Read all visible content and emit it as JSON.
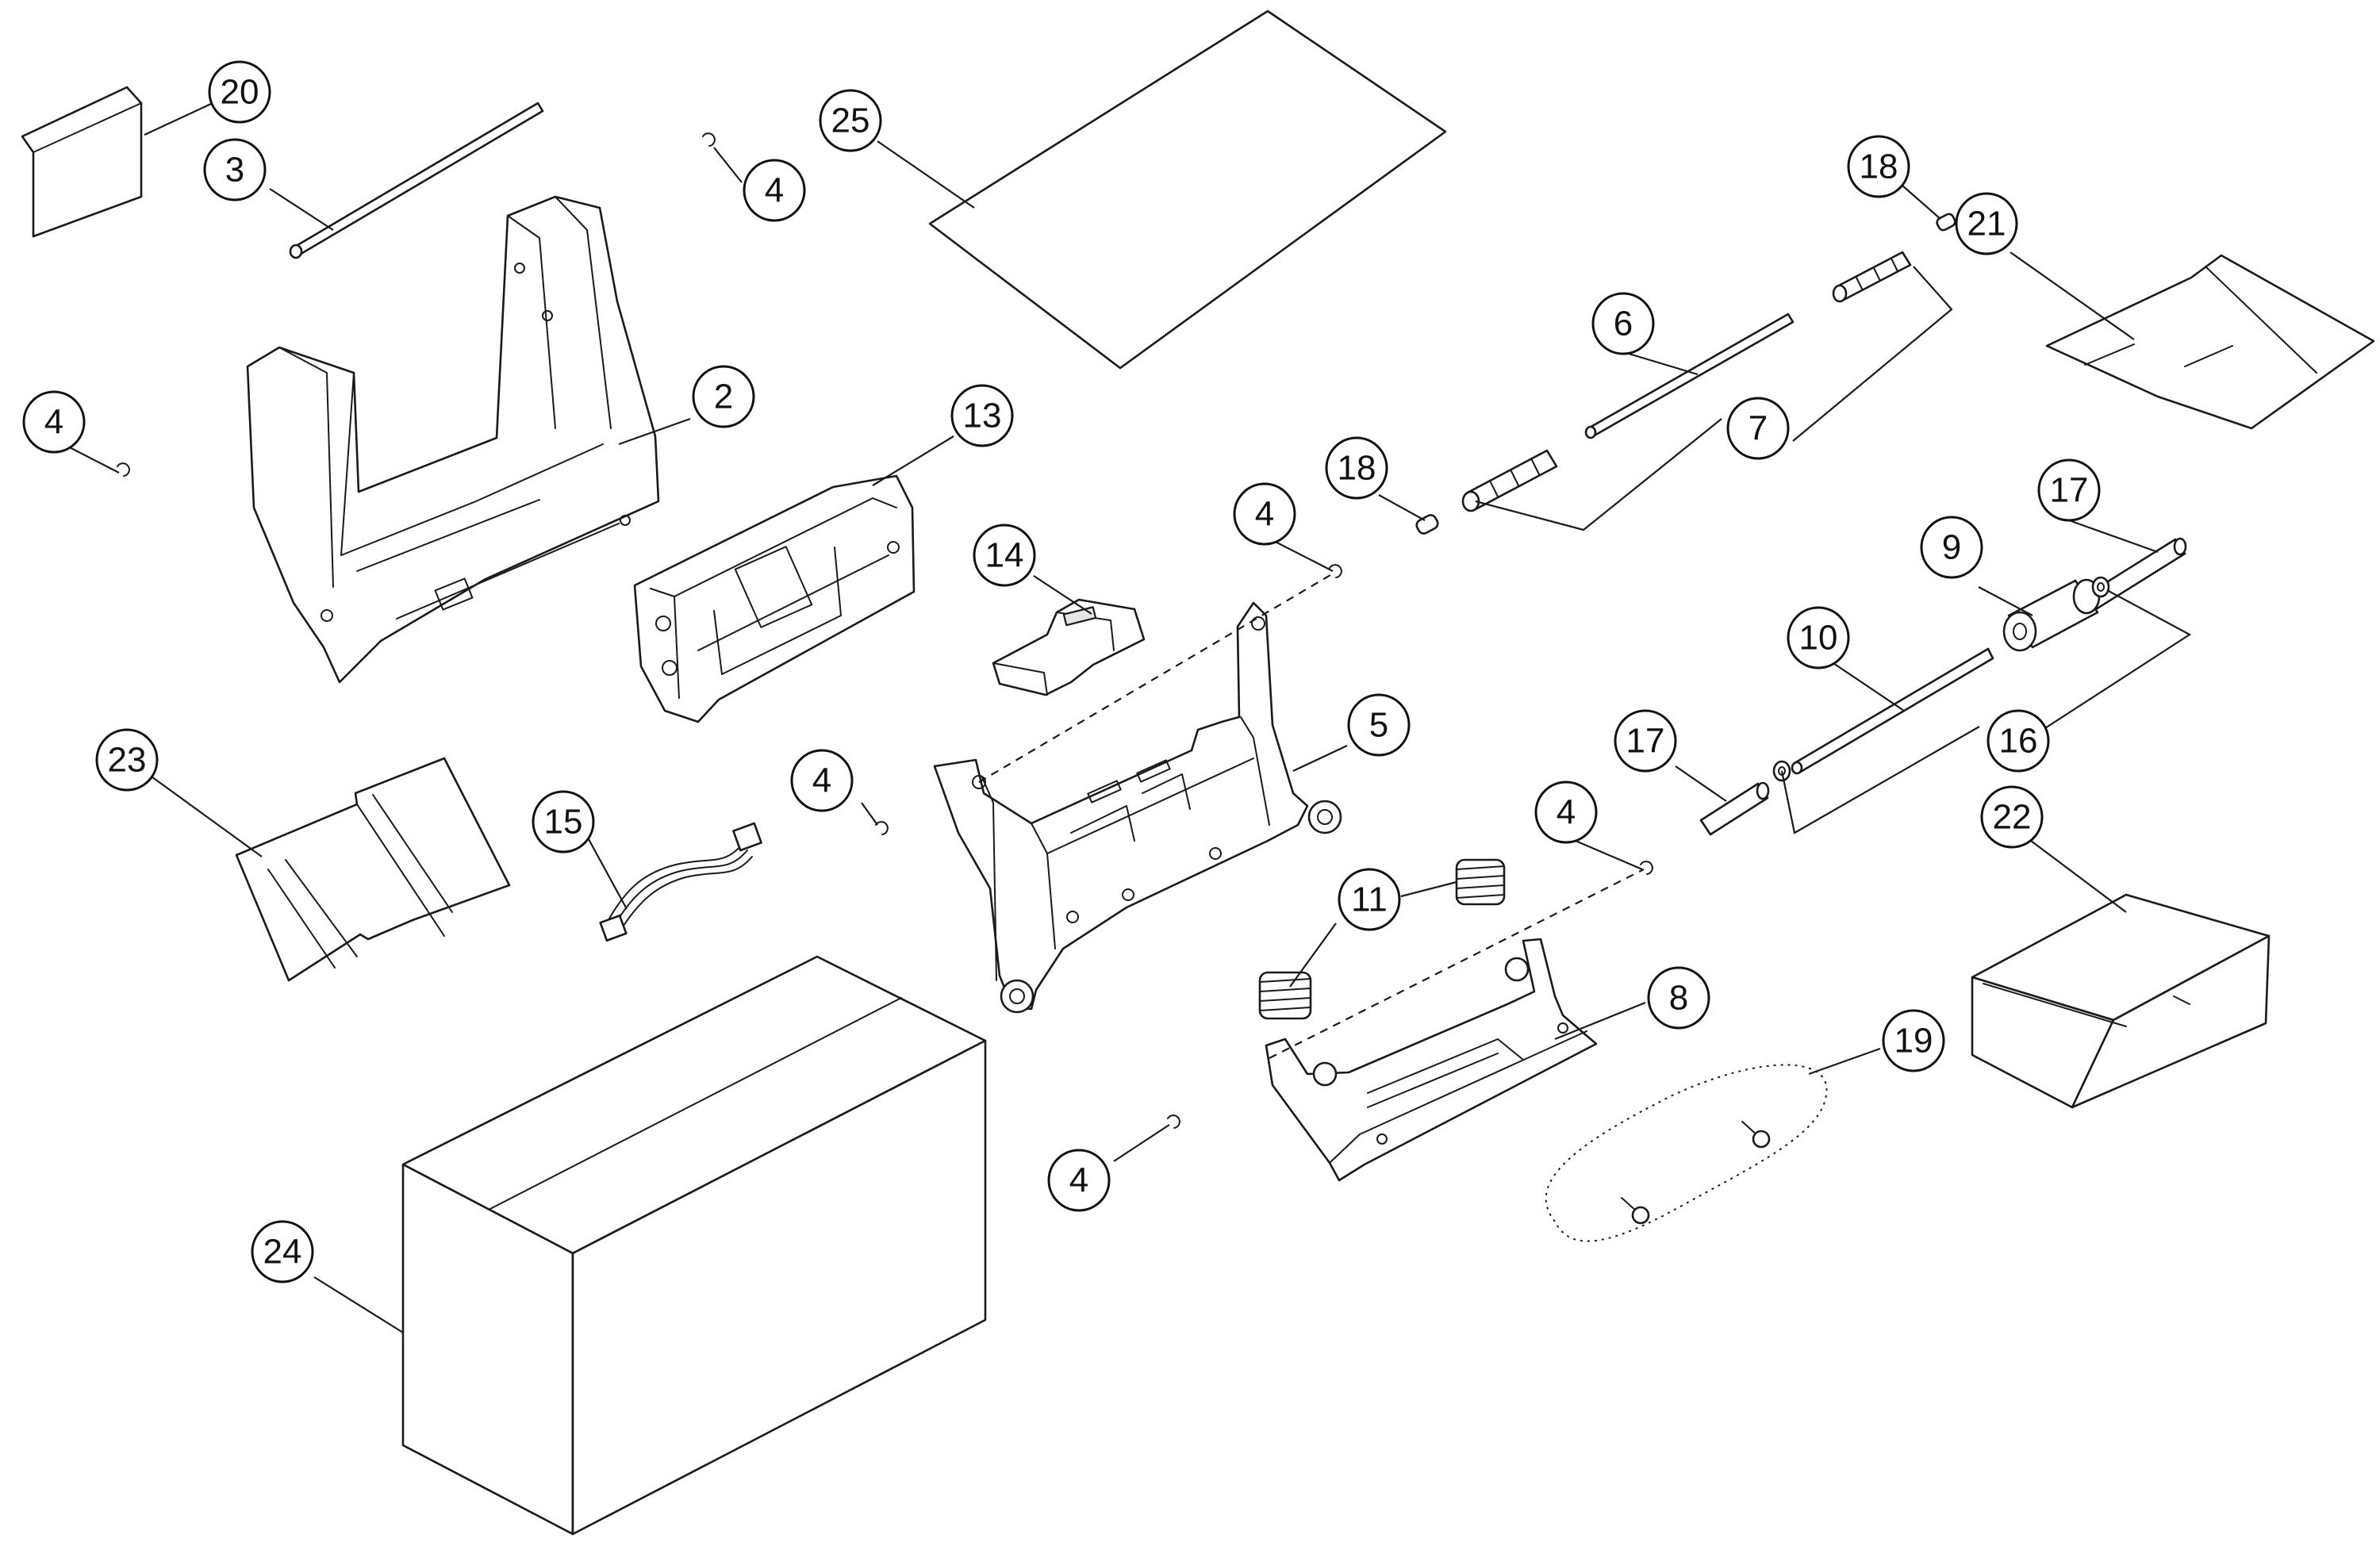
{
  "diagram": {
    "callouts": [
      "20",
      "3",
      "4",
      "25",
      "18",
      "21",
      "4",
      "2",
      "13",
      "6",
      "7",
      "18",
      "4",
      "17",
      "14",
      "9",
      "10",
      "5",
      "23",
      "17",
      "16",
      "4",
      "15",
      "4",
      "22",
      "11",
      "8",
      "19",
      "4",
      "24"
    ]
  }
}
